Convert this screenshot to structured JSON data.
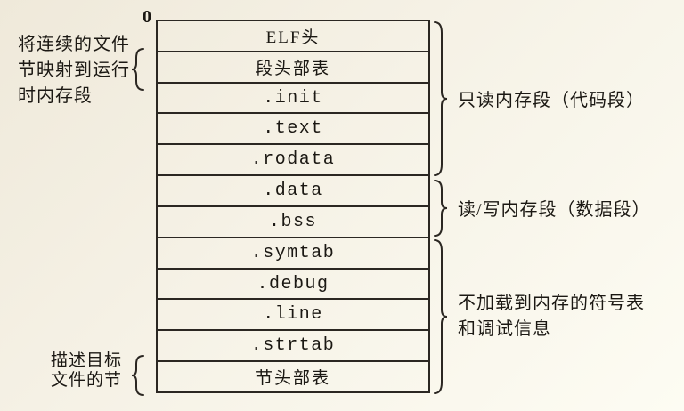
{
  "figure": {
    "title_semantic": "ELF object file format diagram",
    "origin_label": "0",
    "left_annotations": {
      "map_to_segments": {
        "line1": "将连续的文件",
        "line2": "节映射到运行",
        "line3": "时内存段"
      },
      "describe_sections": {
        "line1": "描述目标",
        "line2": "文件的节"
      }
    },
    "rows": [
      {
        "label": "ELF头"
      },
      {
        "label": "段头部表"
      },
      {
        "label": ".init"
      },
      {
        "label": ".text"
      },
      {
        "label": ".rodata"
      },
      {
        "label": ".data"
      },
      {
        "label": ".bss"
      },
      {
        "label": ".symtab"
      },
      {
        "label": ".debug"
      },
      {
        "label": ".line"
      },
      {
        "label": ".strtab"
      },
      {
        "label": "节头部表"
      }
    ],
    "right_annotations": {
      "readonly_segment": "只读内存段（代码段）",
      "readwrite_segment": "读/写内存段（数据段）",
      "not_loaded_line1": "不加载到内存的符号表",
      "not_loaded_line2": "和调试信息"
    },
    "colors": {
      "background": "#f4efe4",
      "line": "#2b2722",
      "text": "#1b1813"
    }
  }
}
